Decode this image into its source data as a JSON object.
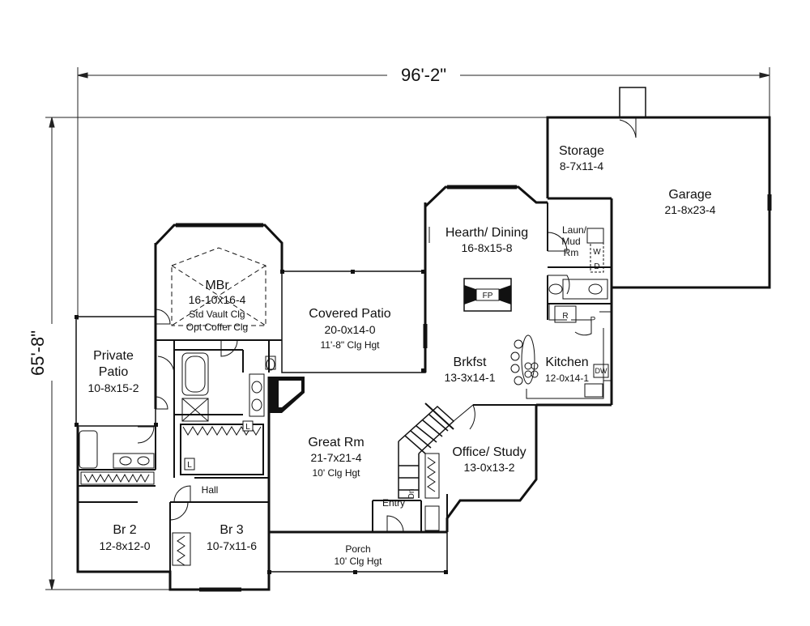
{
  "dimensions": {
    "width": "96'-2\"",
    "depth": "65'-8\""
  },
  "rooms": {
    "storage": {
      "name": "Storage",
      "size": "8-7x11-4"
    },
    "garage": {
      "name": "Garage",
      "size": "21-8x23-4"
    },
    "hearth_dining": {
      "name": "Hearth/ Dining",
      "size": "16-8x15-8"
    },
    "laundry": {
      "name_line1": "Laun/",
      "name_line2": "Mud",
      "name_line3": "Rm"
    },
    "mbr": {
      "name": "MBr",
      "size": "16-10x16-4",
      "note1": "Std Vault Clg",
      "note2": "Opt Coffer Clg"
    },
    "covered_patio": {
      "name": "Covered Patio",
      "size": "20-0x14-0",
      "note": "11'-8\" Clg Hgt"
    },
    "private_patio": {
      "name_line1": "Private",
      "name_line2": "Patio",
      "size": "10-8x15-2"
    },
    "brkfst": {
      "name": "Brkfst",
      "size": "13-3x14-1"
    },
    "kitchen": {
      "name": "Kitchen",
      "size": "12-0x14-1"
    },
    "great_rm": {
      "name": "Great Rm",
      "size": "21-7x21-4",
      "note": "10' Clg Hgt"
    },
    "office": {
      "name": "Office/ Study",
      "size": "13-0x13-2"
    },
    "hall": {
      "name": "Hall"
    },
    "br2": {
      "name": "Br 2",
      "size": "12-8x12-0"
    },
    "br3": {
      "name": "Br 3",
      "size": "10-7x11-6"
    },
    "entry": {
      "name": "Entry"
    },
    "porch": {
      "name": "Porch",
      "note": "10' Clg Hgt"
    }
  },
  "fixtures": {
    "fireplace": "FP",
    "washer": "W",
    "dryer": "D",
    "refrigerator": "R",
    "pantry": "P",
    "dishwasher": "DW",
    "linen_1": "L",
    "linen_2": "L",
    "stair_down": "Dn"
  }
}
